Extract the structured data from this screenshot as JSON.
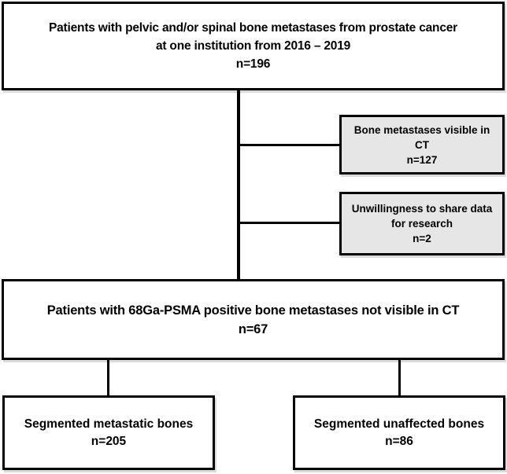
{
  "diagram": {
    "type": "flowchart",
    "colors": {
      "border": "#000000",
      "box_fill": "#ffffff",
      "exclusion_fill": "#e6e6e6",
      "text": "#000000"
    },
    "nodes": {
      "enrollment": {
        "line1": "Patients with pelvic and/or spinal bone metastases from prostate cancer",
        "line2": "at one institution from 2016 – 2019",
        "n": "n=196"
      },
      "excluded_ct_visible": {
        "line1": "Bone metastases visible in",
        "line2": "CT",
        "n": "n=127"
      },
      "excluded_data_sharing": {
        "line1": "Unwillingness to share data",
        "line2": "for research",
        "n": "n=2"
      },
      "included": {
        "line1": "Patients with 68Ga-PSMA positive bone metastases not visible in CT",
        "n": "n=67"
      },
      "segmented_metastatic": {
        "line1": "Segmented metastatic bones",
        "n": "n=205"
      },
      "segmented_unaffected": {
        "line1": "Segmented unaffected bones",
        "n": "n=86"
      }
    }
  }
}
